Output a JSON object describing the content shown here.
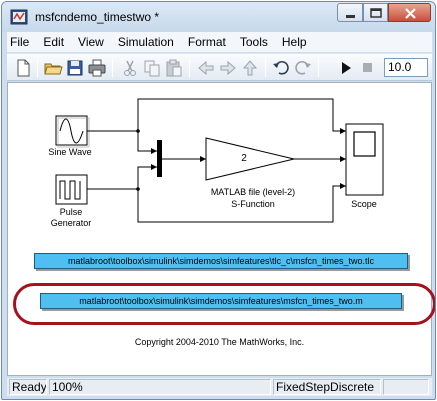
{
  "window": {
    "title": "msfcndemo_timestwo *"
  },
  "menu": [
    "File",
    "Edit",
    "View",
    "Simulation",
    "Format",
    "Tools",
    "Help"
  ],
  "toolbar": {
    "stop_time": "10.0"
  },
  "blocks": {
    "sine_wave": "Sine Wave",
    "pulse_generator_line1": "Pulse",
    "pulse_generator_line2": "Generator",
    "gain_value": "2",
    "sfunction_line1": "MATLAB file (level-2)",
    "sfunction_line2": "S-Function",
    "scope": "Scope"
  },
  "links": {
    "tlc": "matlabroot\\toolbox\\simulink\\simdemos\\simfeatures\\tlc_c\\msfcn_times_two.tlc",
    "m_file": "matlabroot\\toolbox\\simulink\\simdemos\\simfeatures\\msfcn_times_two.m"
  },
  "copyright": "Copyright 2004-2010 The MathWorks, Inc.",
  "status": {
    "state": "Ready",
    "zoom": "100%",
    "solver": "FixedStepDiscrete"
  },
  "colors": {
    "link_fill": "#4fbff2",
    "highlight": "#a4121e",
    "window_frame": "#cfdeee"
  }
}
